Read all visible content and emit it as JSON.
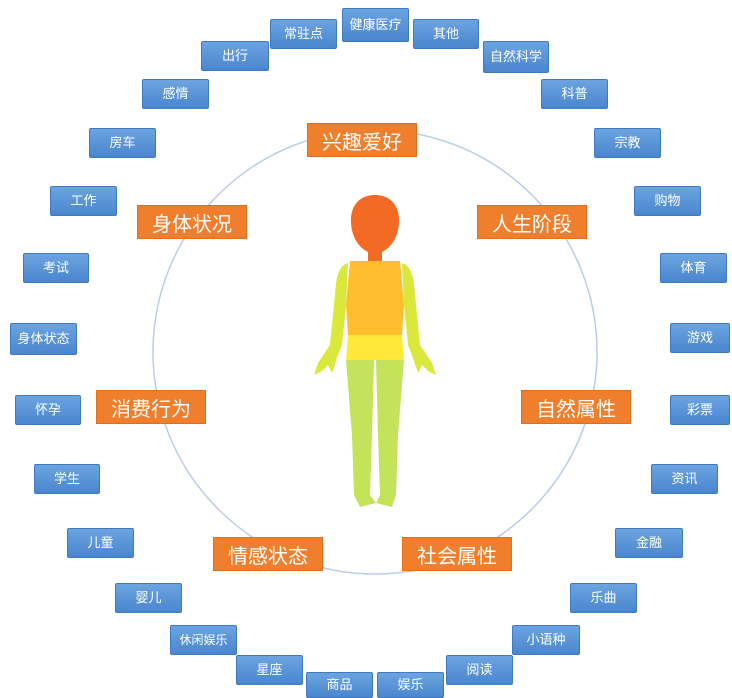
{
  "diagram": {
    "categories": {
      "hobbies": "兴趣爱好",
      "body_condition": "身体状况",
      "life_stage": "人生阶段",
      "consumption": "消费行为",
      "natural_attr": "自然属性",
      "emotional_state": "情感状态",
      "social_attr": "社会属性"
    },
    "tags": {
      "health": "健康医疗",
      "resident": "常驻点",
      "other": "其他",
      "travel": "出行",
      "natural_science": "自然科学",
      "emotion": "感情",
      "popular_science": "科普",
      "house_car": "房车",
      "religion": "宗教",
      "work": "工作",
      "shopping": "购物",
      "exam": "考试",
      "sports": "体育",
      "body_status": "身体状态",
      "game": "游戏",
      "pregnancy": "怀孕",
      "lottery": "彩票",
      "student": "学生",
      "news": "资讯",
      "children": "儿童",
      "finance": "金融",
      "infant": "婴儿",
      "music": "乐曲",
      "leisure": "休闲娱乐",
      "minor_language": "小语种",
      "constellation": "星座",
      "reading": "阅读",
      "goods": "商品",
      "entertainment": "娱乐"
    },
    "colors": {
      "category_fill": "#f07f2d",
      "tag_fill": "#5b95d8",
      "ring_stroke": "#b9cce6",
      "head": "#f26a23",
      "torso": "#ffbe2e",
      "arms": "#d9e83a",
      "shorts": "#ffe83a",
      "legs": "#c2e35a"
    }
  }
}
